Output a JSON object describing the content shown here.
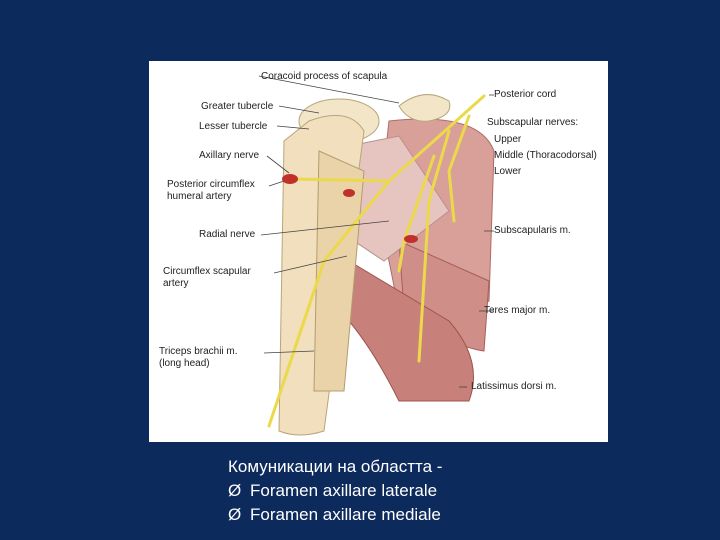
{
  "figure": {
    "labels": {
      "coracoid": "Coracoid process of scapula",
      "greater_tubercle": "Greater tubercle",
      "lesser_tubercle": "Lesser tubercle",
      "axillary_nerve": "Axillary nerve",
      "post_circ_1": "Posterior circumflex",
      "post_circ_2": "humeral artery",
      "radial_nerve": "Radial nerve",
      "circ_scap_1": "Circumflex scapular",
      "circ_scap_2": "artery",
      "triceps_1": "Triceps brachii m.",
      "triceps_2": "(long head)",
      "posterior_cord": "Posterior cord",
      "subscap_nerves": "Subscapular nerves:",
      "upper": "Upper",
      "middle": "Middle (Thoracodorsal)",
      "lower": "Lower",
      "subscapularis": "Subscapularis m.",
      "teres_major": "Teres major m.",
      "latissimus": "Latissimus dorsi m."
    }
  },
  "caption": {
    "title": "Комуникации на областта -",
    "bullet_symbol": "Ø",
    "items": [
      "Foramen axillare laterale",
      "Foramen axillare mediale"
    ]
  }
}
